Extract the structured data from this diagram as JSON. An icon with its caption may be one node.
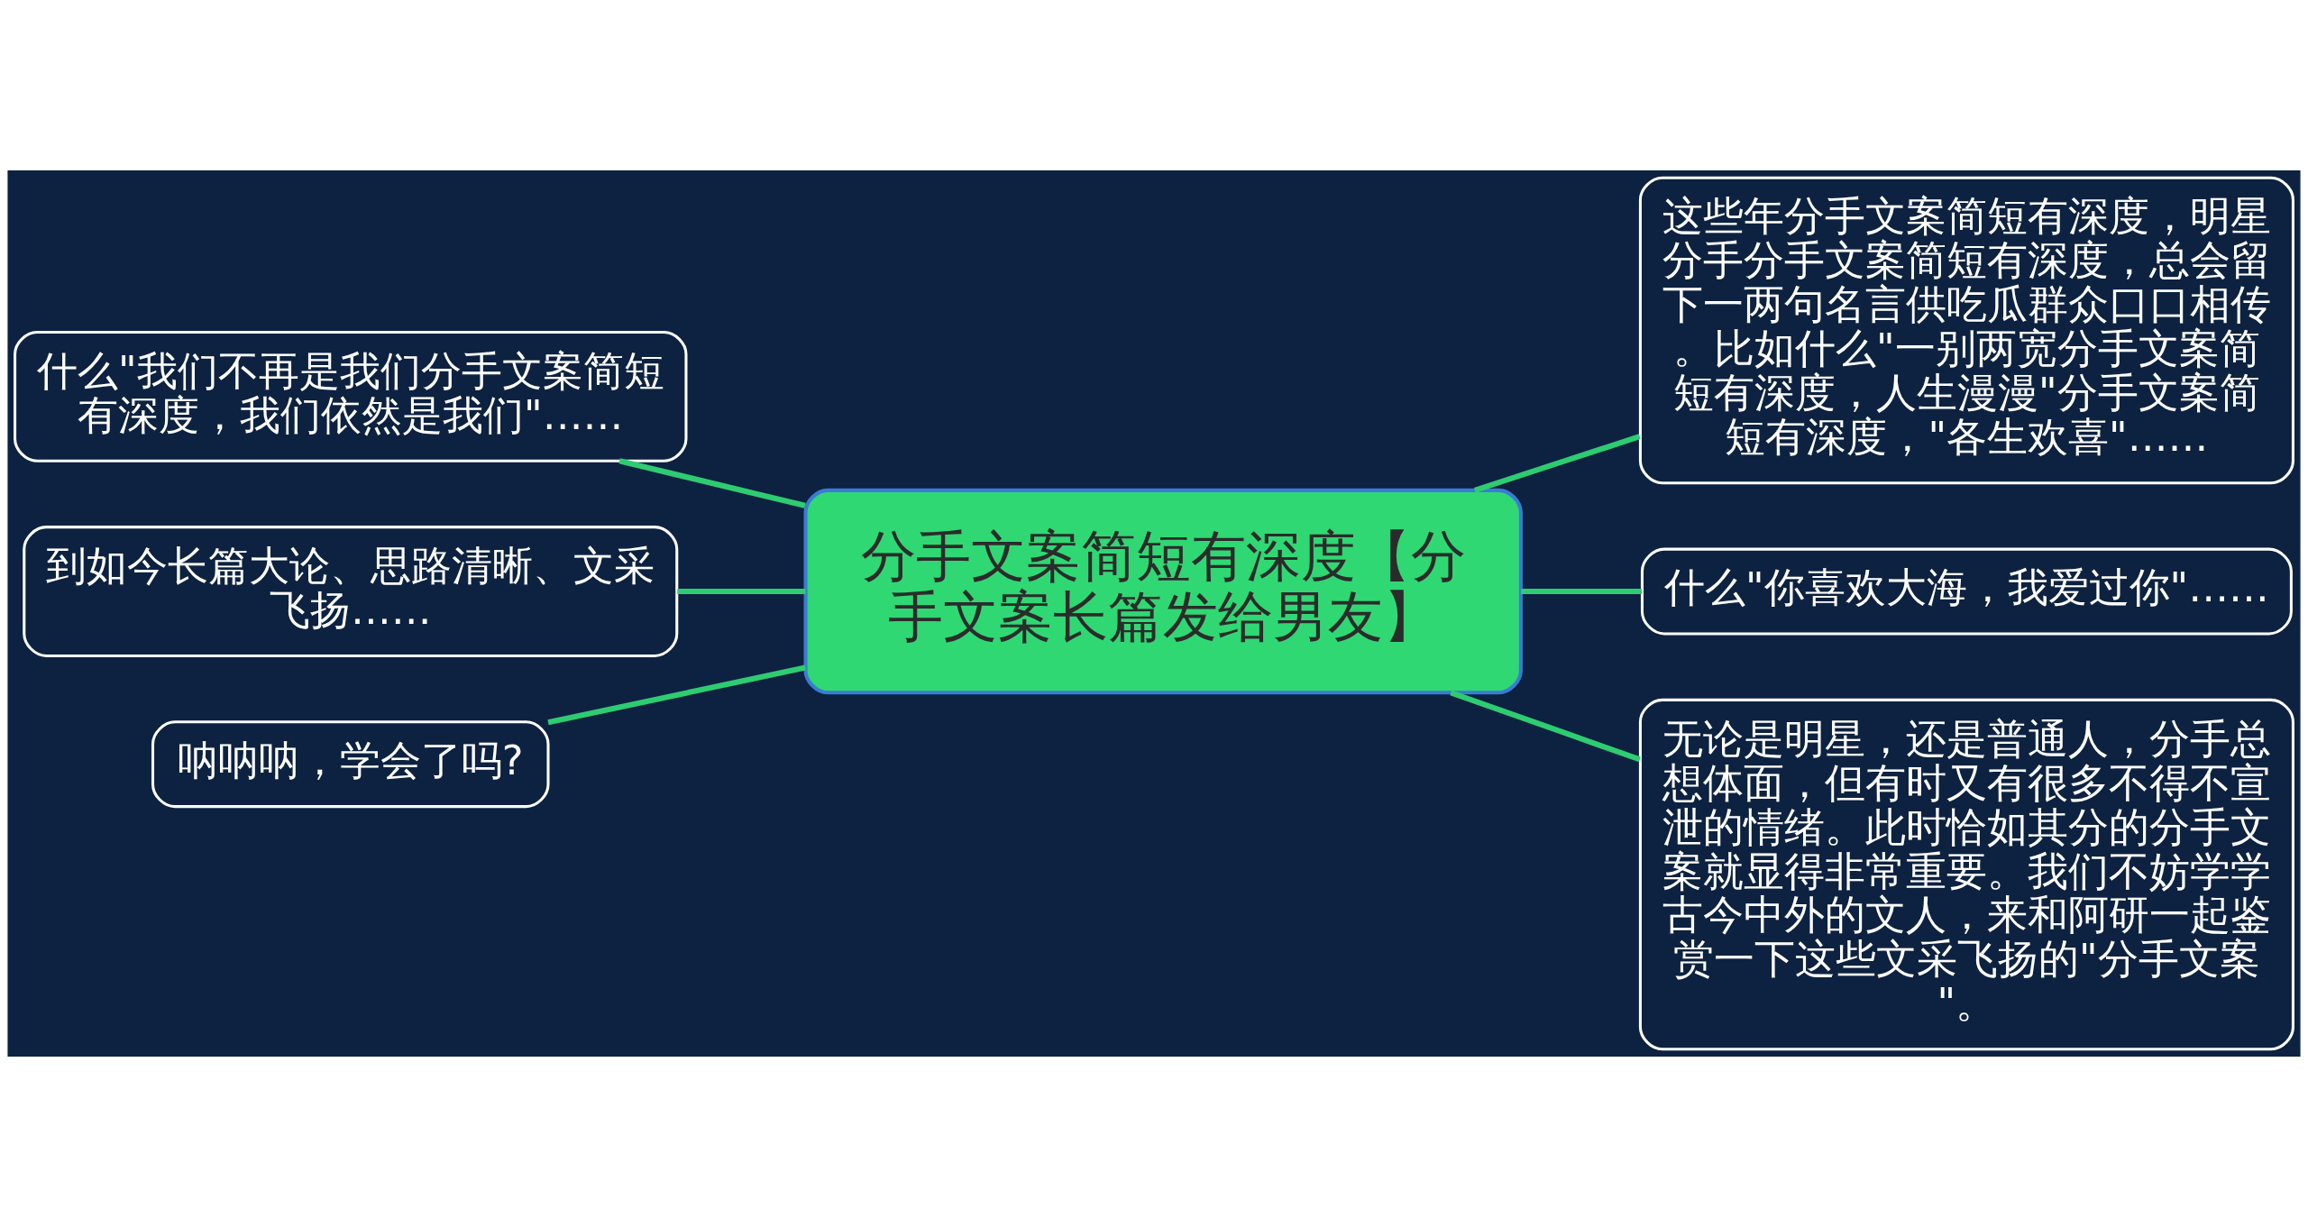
{
  "diagram": {
    "nodes": [
      {
        "text": [
          "分手文案简短有深度【分手文案长篇发给男友】"
        ]
      },
      {
        "text": [
          "什么\"我们不再是我们分手文案简短有深度，我们依然是我们\"……"
        ]
      },
      {
        "text": [
          "到如今长篇大论、思路清晰、文采飞扬……"
        ]
      },
      {
        "text": [
          "呐呐呐，学会了吗?"
        ]
      },
      {
        "text": [
          "这些年分手文案简短有深度，明星分手分手文案简短有深度，总会留下一两句名言供吃瓜群众口口相传。比如什么\"一别两宽分手文案简短有深度，人生漫漫\"分手文案简短有深度，\"各生欢喜\"……"
        ]
      },
      {
        "text": [
          "什么\"你喜欢大海，我爱过你\"……"
        ]
      },
      {
        "text": [
          "无论是明星，还是普通人，分手总想体面，但有时又有很多不得不宣泄的情绪。此时恰如其分的分手文案就显得非常重要。我们不妨学学古今中外的文人，来和阿研一起鉴赏一下这些文采飞扬的\"分手文案\"。"
        ]
      }
    ],
    "edges": [
      {
        "from": 0,
        "to": 1,
        "arrow": "none"
      },
      {
        "from": 0,
        "to": 2,
        "arrow": "none"
      },
      {
        "from": 0,
        "to": 3,
        "arrow": "none"
      },
      {
        "from": 0,
        "to": 4,
        "arrow": "none"
      },
      {
        "from": 0,
        "to": 5,
        "arrow": "none"
      },
      {
        "from": 0,
        "to": 6,
        "arrow": "none"
      }
    ]
  }
}
